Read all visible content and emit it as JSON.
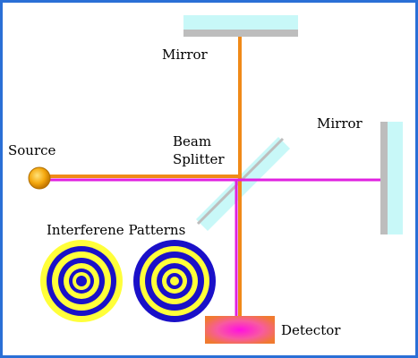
{
  "labels": {
    "mirror_top": "Mirror",
    "mirror_right": "Mirror",
    "source": "Source",
    "beam_splitter_line1": "Beam",
    "beam_splitter_line2": "Splitter",
    "interference_patterns": "Interferene Patterns",
    "detector": "Detector"
  },
  "colors": {
    "frame_border": "#2a6fd6",
    "mirror_face": "#c8f8f8",
    "mirror_back": "#bdbdbd",
    "beam_orange": "#f08a18",
    "beam_magenta": "#e020e0",
    "source_fill": "#f2a20c",
    "pattern_yellow": "#ffff3a",
    "pattern_blue": "#1a10c8",
    "detector_orange": "#f07a30",
    "detector_magenta": "#ff10d0"
  }
}
